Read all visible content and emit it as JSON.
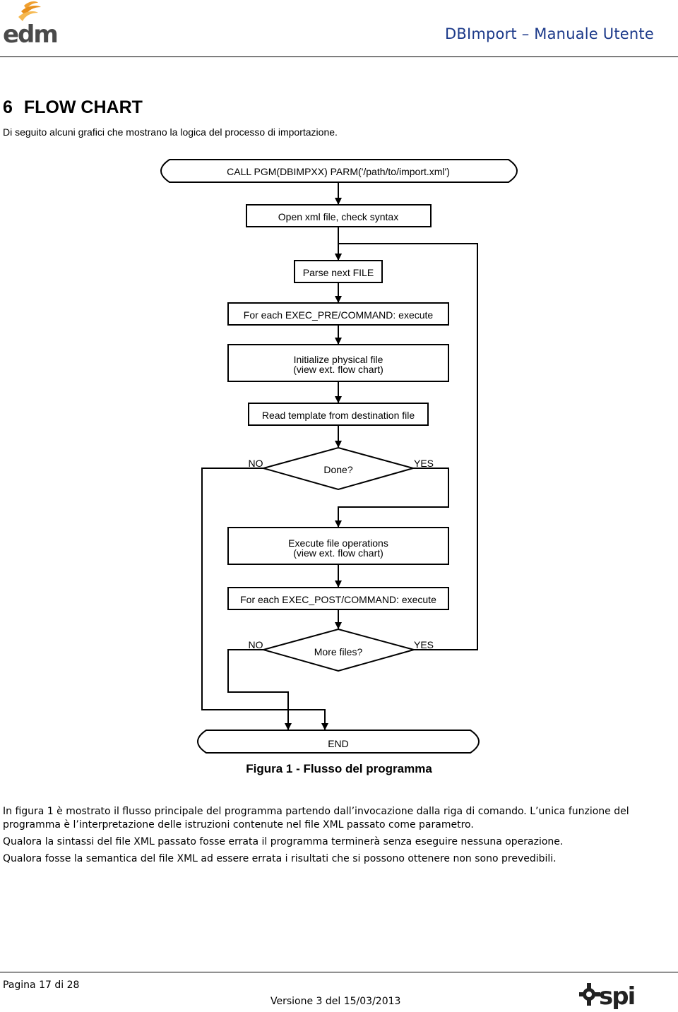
{
  "header": {
    "logo_text": "edm",
    "title": "DBImport – Manuale Utente"
  },
  "section": {
    "number": "6",
    "title": "FLOW CHART",
    "intro": "Di seguito alcuni grafici che mostrano la logica del processo di importazione."
  },
  "flowchart": {
    "start": "CALL PGM(DBIMPXX) PARM('/path/to/import.xml')",
    "open_xml": "Open xml file, check syntax",
    "parse_next": "Parse next FILE",
    "exec_pre": "For each EXEC_PRE/COMMAND: execute",
    "init_line1": "Initialize physical file",
    "init_line2": "(view ext. flow chart)",
    "read_template": "Read template from destination file",
    "done_q": "Done?",
    "done_no": "NO",
    "done_yes": "YES",
    "exec_ops_line1": "Execute file operations",
    "exec_ops_line2": "(view ext. flow chart)",
    "exec_post": "For each EXEC_POST/COMMAND: execute",
    "more_q": "More files?",
    "more_no": "NO",
    "more_yes": "YES",
    "end": "END"
  },
  "caption": "Figura 1 - Flusso del programma",
  "paragraphs": {
    "p1": "In figura 1 è mostrato il flusso principale del programma partendo dall’invocazione dalla riga di comando. L’unica funzione del programma è l’interpretazione delle istruzioni contenute nel file XML passato come parametro.",
    "p2": "Qualora la sintassi del file XML passato fosse errata il programma terminerà senza eseguire nessuna operazione.",
    "p3": "Qualora fosse la semantica del file XML ad essere errata i risultati che si possono ottenere non sono prevedibili."
  },
  "footer": {
    "page": "Pagina 17 di 28",
    "version": "Versione 3 del 15/03/2013",
    "logo_text": "spi"
  }
}
